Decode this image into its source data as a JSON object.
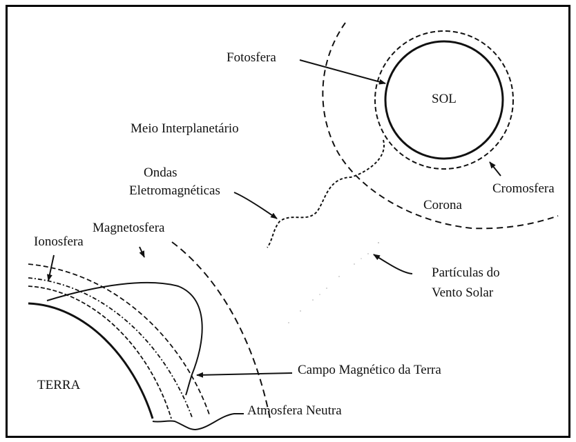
{
  "title": "",
  "colors": {
    "ink": "#111111",
    "background": "#ffffff",
    "border": "#000000"
  },
  "labels": {
    "fotosfera": "Fotosfera",
    "sol": "SOL",
    "meio_interplanetario": "Meio Interplanetário",
    "ondas_line1": "Ondas",
    "ondas_line2": "Eletromagnéticas",
    "cromosfera": "Cromosfera",
    "corona": "Corona",
    "magnetosfera": "Magnetosfera",
    "ionosfera": "Ionosfera",
    "particulas_line1": "Partículas do",
    "particulas_line2": "Vento Solar",
    "campo_magnetico": "Campo Magnético da Terra",
    "terra": "TERRA",
    "atmosfera_neutra": "Atmosfera Neutra"
  }
}
